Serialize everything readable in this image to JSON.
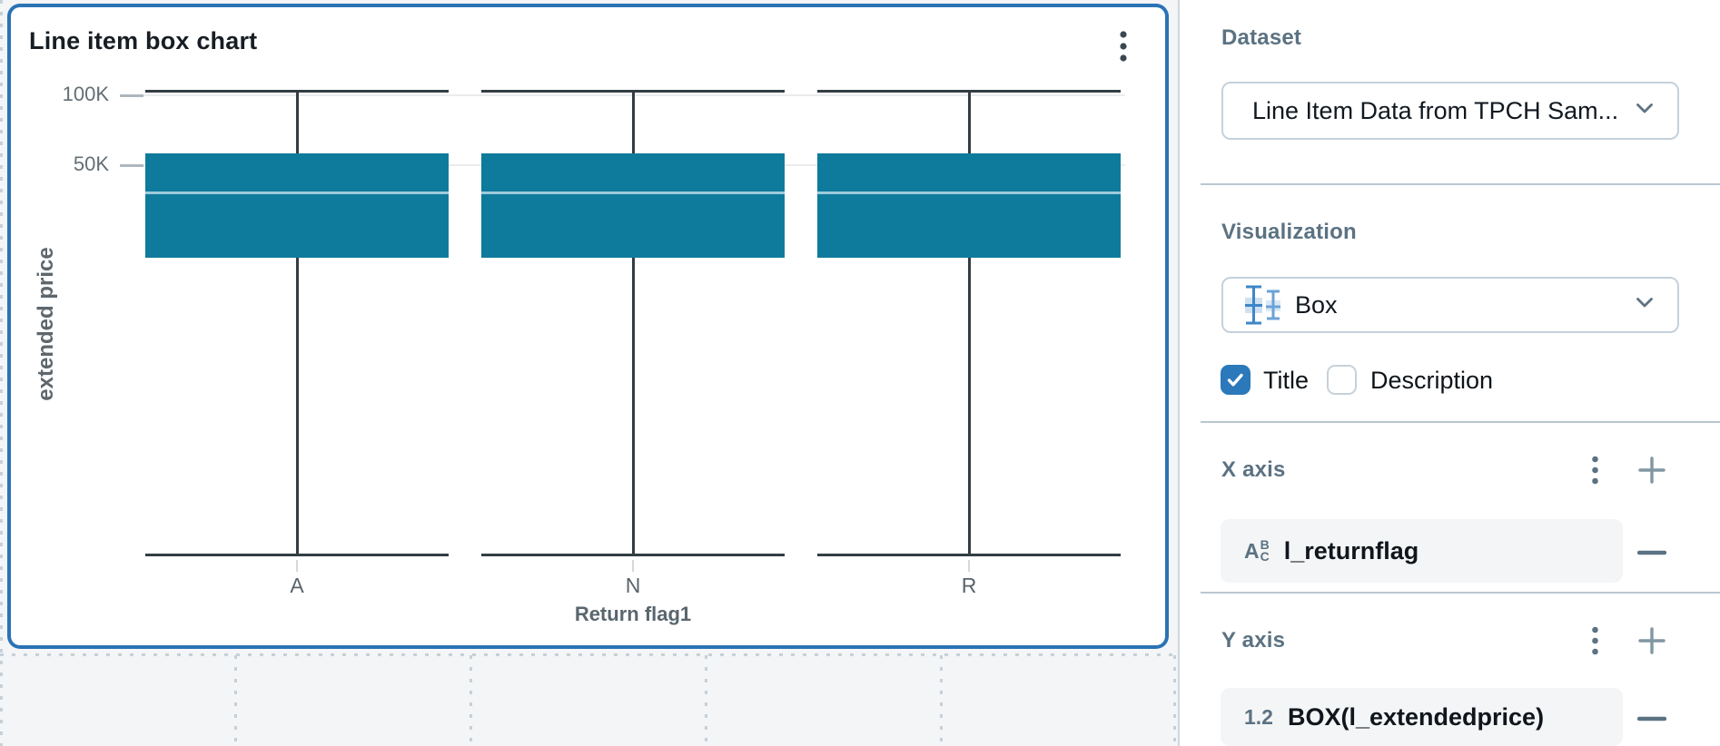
{
  "chart_card": {
    "title": "Line item box chart",
    "menu_icon": "kebab-menu-icon"
  },
  "chart_data": {
    "type": "box",
    "title": "Line item box chart",
    "xlabel": "Return flag1",
    "ylabel": "extended price",
    "y_scale": "log",
    "y_ticks": [
      {
        "label": "100K",
        "value": 100000
      },
      {
        "label": "50K",
        "value": 50000
      }
    ],
    "categories": [
      "A",
      "N",
      "R"
    ],
    "series": [
      {
        "name": "BOX(l_extendedprice)",
        "boxes": [
          {
            "category": "A",
            "low": 1050,
            "q1": 20000,
            "median": 38000,
            "q3": 56000,
            "high": 104500
          },
          {
            "category": "N",
            "low": 1050,
            "q1": 20000,
            "median": 38000,
            "q3": 56000,
            "high": 104500
          },
          {
            "category": "R",
            "low": 1050,
            "q1": 20000,
            "median": 38000,
            "q3": 56000,
            "high": 104500
          }
        ]
      }
    ],
    "box_color": "#0f7b9c",
    "median_color": "#9fcadb",
    "whisker_color": "#333d44",
    "grid": true,
    "legend": "none"
  },
  "panel": {
    "dataset": {
      "label": "Dataset",
      "selected": "Line Item Data from TPCH Sam..."
    },
    "visualization": {
      "label": "Visualization",
      "selected": "Box",
      "selected_icon": "box-plot-icon"
    },
    "toggles": {
      "title_label": "Title",
      "title_checked": true,
      "description_label": "Description",
      "description_checked": false
    },
    "x_axis": {
      "label": "X axis",
      "fields": [
        {
          "type": "string",
          "type_letters": [
            "A",
            "B",
            "C"
          ],
          "name": "l_returnflag"
        }
      ]
    },
    "y_axis": {
      "label": "Y axis",
      "fields": [
        {
          "type": "number",
          "type_text": "1.2",
          "name": "BOX(l_extendedprice)"
        }
      ]
    }
  },
  "colors": {
    "accent_blue": "#2a73b5",
    "box_teal": "#0f7b9c",
    "header_slate": "#5b7282",
    "canvas_bg": "#f3f5f7"
  }
}
